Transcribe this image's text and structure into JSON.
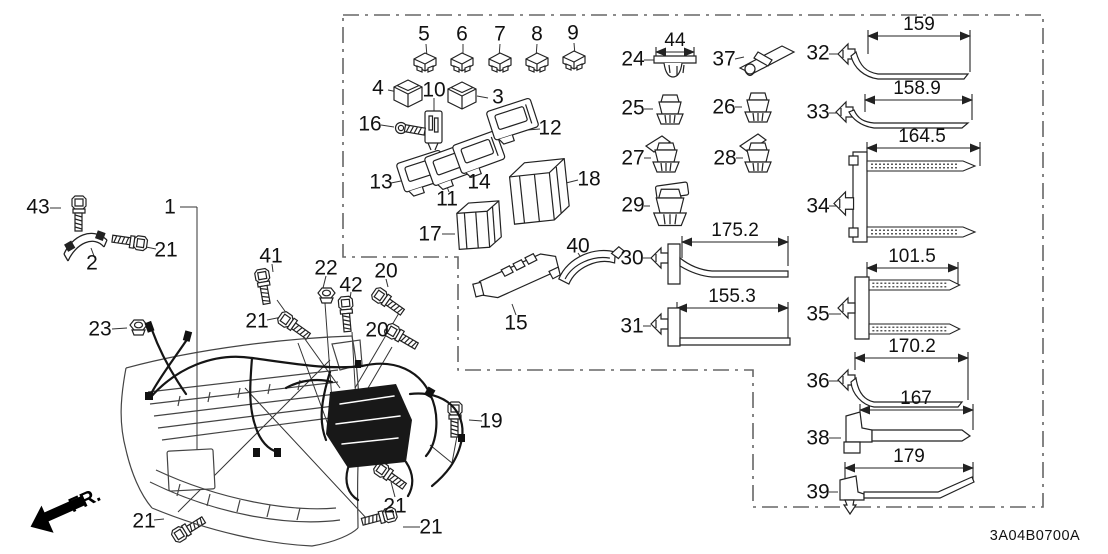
{
  "diagram": {
    "drawing_code": "3A04B0700A",
    "direction_indicator": "FR.",
    "callouts": {
      "n1": "1",
      "n2": "2",
      "n3": "3",
      "n4": "4",
      "n5": "5",
      "n6": "6",
      "n7": "7",
      "n8": "8",
      "n9": "9",
      "n10": "10",
      "n11": "11",
      "n12": "12",
      "n13": "13",
      "n14": "14",
      "n15": "15",
      "n16": "16",
      "n17": "17",
      "n18": "18",
      "n19": "19",
      "n20a": "20",
      "n20b": "20",
      "n21a": "21",
      "n21b": "21",
      "n21c": "21",
      "n21d": "21",
      "n21e": "21",
      "n22": "22",
      "n23": "23",
      "n24": "24",
      "n25": "25",
      "n26": "26",
      "n27": "27",
      "n28": "28",
      "n29": "29",
      "n30": "30",
      "n31": "31",
      "n32": "32",
      "n33": "33",
      "n34": "34",
      "n35": "35",
      "n36": "36",
      "n37": "37",
      "n38": "38",
      "n39": "39",
      "n40": "40",
      "n41": "41",
      "n42": "42",
      "n43": "43"
    },
    "dimensions_mm": {
      "dim_24": "44",
      "dim_30": "175.2",
      "dim_31": "155.3",
      "dim_32": "159",
      "dim_33": "158.9",
      "dim_34": "164.5",
      "dim_35": "101.5",
      "dim_36": "170.2",
      "dim_38": "167",
      "dim_39": "179"
    }
  }
}
